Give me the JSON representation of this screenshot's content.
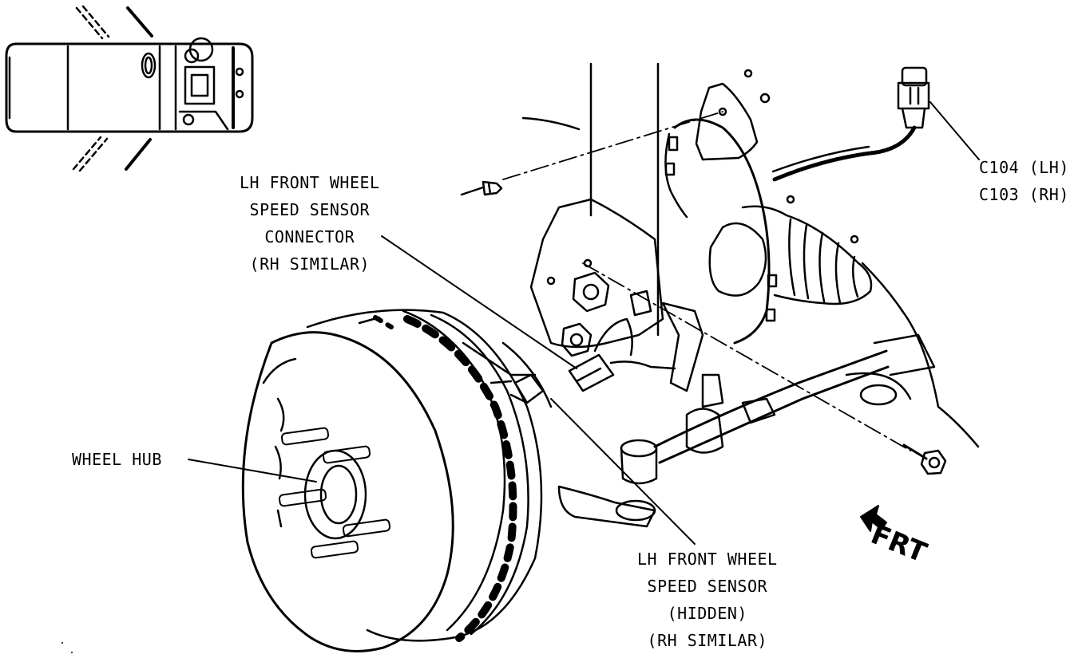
{
  "labels": {
    "connector": [
      "LH FRONT WHEEL",
      "SPEED SENSOR",
      "CONNECTOR",
      "(RH SIMILAR)"
    ],
    "wheel_hub": "WHEEL HUB",
    "c104": "C104 (LH)",
    "c103": "C103 (RH)",
    "sensor": [
      "LH FRONT WHEEL",
      "SPEED SENSOR",
      "(HIDDEN)",
      "(RH SIMILAR)"
    ],
    "frt": "FRT"
  },
  "colors": {
    "ink": "#000000",
    "paper": "#ffffff"
  },
  "icons": {
    "frt_arrow": "arrow-left-icon",
    "vehicle_locator": "vehicle-top-view-icon"
  }
}
